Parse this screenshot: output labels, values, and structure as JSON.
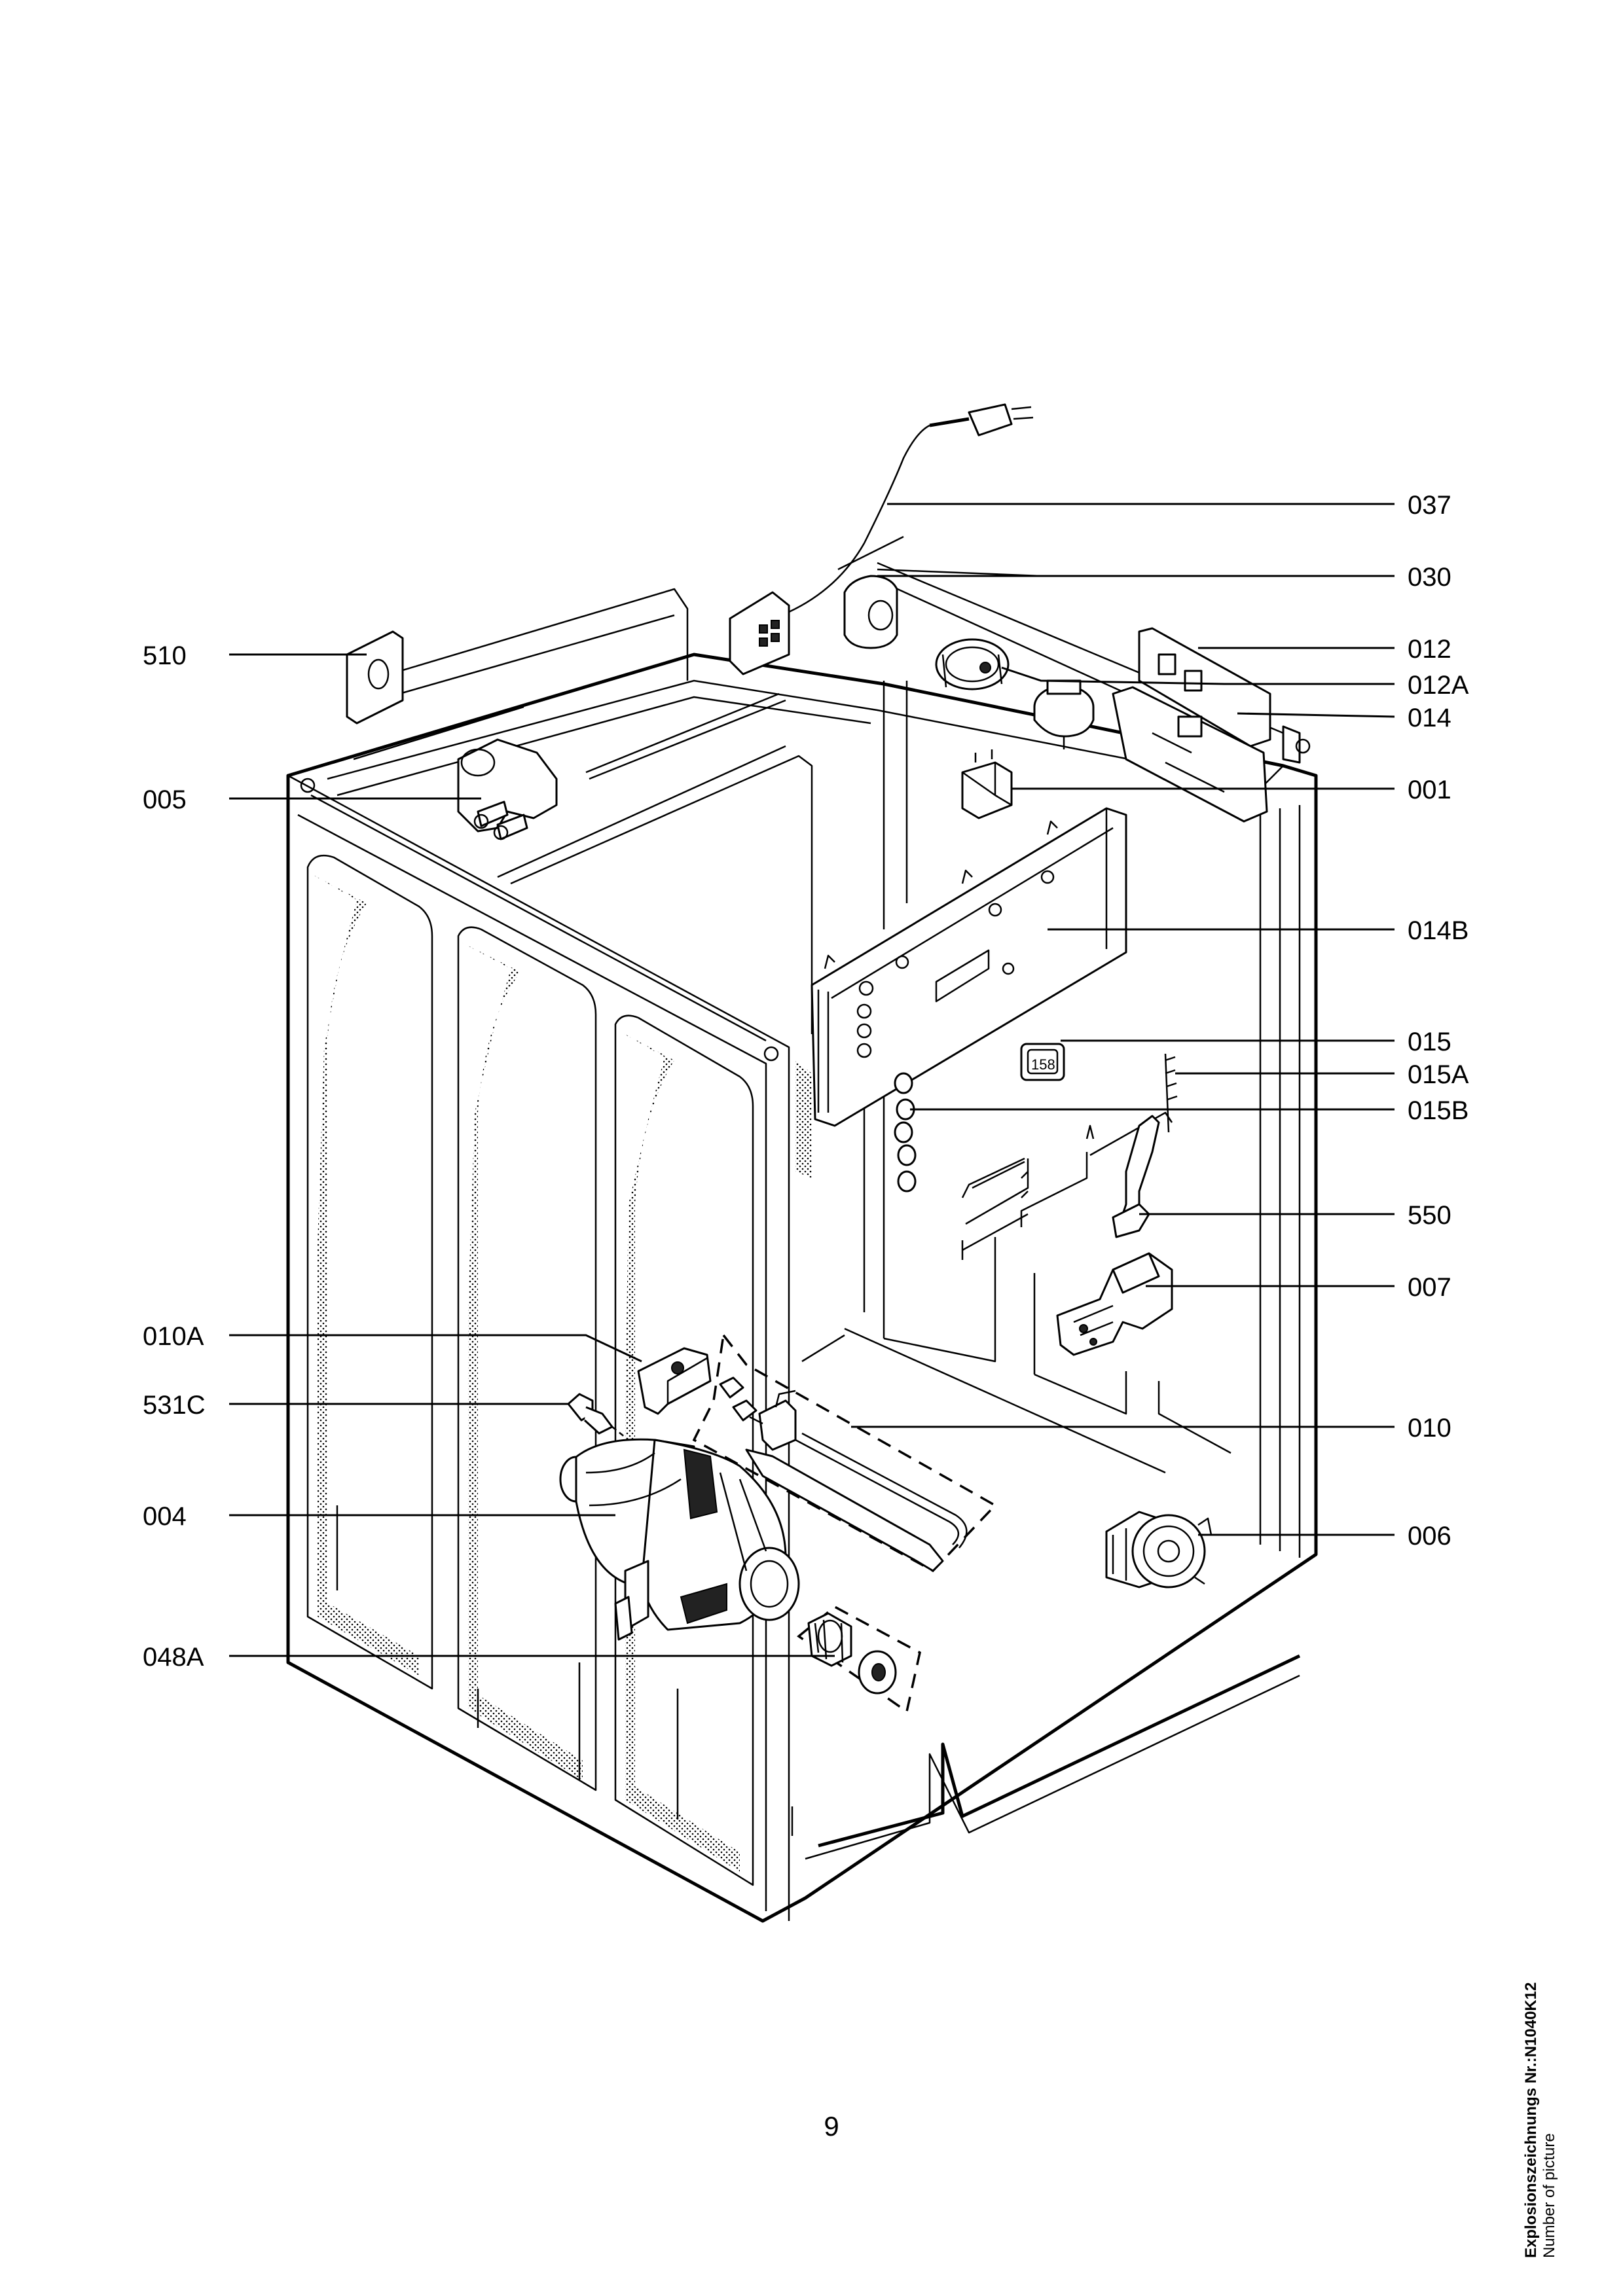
{
  "labels": {
    "l037": "037",
    "l030": "030",
    "l012": "012",
    "l012A": "012A",
    "l014": "014",
    "l001": "001",
    "l014B": "014B",
    "l015": "015",
    "l015A": "015A",
    "l015B": "015B",
    "l550": "550",
    "l007": "007",
    "l010": "010",
    "l006": "006",
    "l510": "510",
    "l005": "005",
    "l010A": "010A",
    "l531C": "531C",
    "l004": "004",
    "l048A": "048A"
  },
  "display_digits": "158",
  "page_number": "9",
  "side_note": {
    "title": "Explosionszeichnungs  Nr.:N1040K12",
    "subtitle": "Number of picture"
  }
}
